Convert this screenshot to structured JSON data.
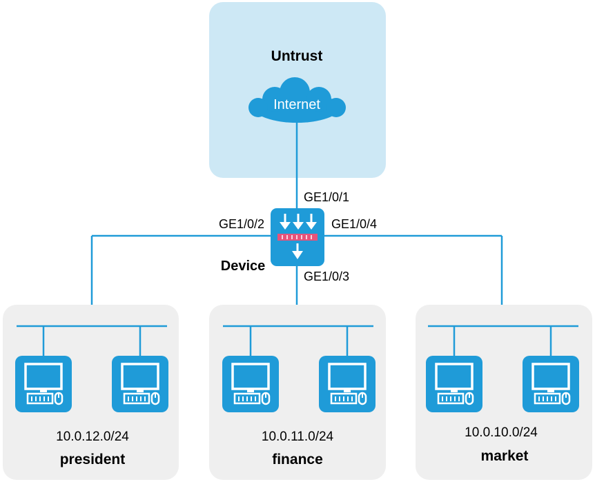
{
  "untrust": {
    "label": "Untrust",
    "cloud_label": "Internet",
    "color": "#cde8f5"
  },
  "device": {
    "label": "Device",
    "color": "#1f9bd8",
    "ports": {
      "up": "GE1/0/1",
      "left": "GE1/0/2",
      "down": "GE1/0/3",
      "right": "GE1/0/4"
    }
  },
  "zones": [
    {
      "name": "president",
      "subnet": "10.0.12.0/24"
    },
    {
      "name": "finance",
      "subnet": "10.0.11.0/24"
    },
    {
      "name": "market",
      "subnet": "10.0.10.0/24"
    }
  ],
  "colors": {
    "line": "#1f9bd8",
    "zone_bg": "#efefef",
    "pc": "#1f9bd8",
    "filter": "#e8537a",
    "cloud": "#1f9bd8"
  },
  "icons": {
    "cloud": "cloud-icon",
    "firewall": "firewall-icon",
    "pc": "pc-icon"
  }
}
